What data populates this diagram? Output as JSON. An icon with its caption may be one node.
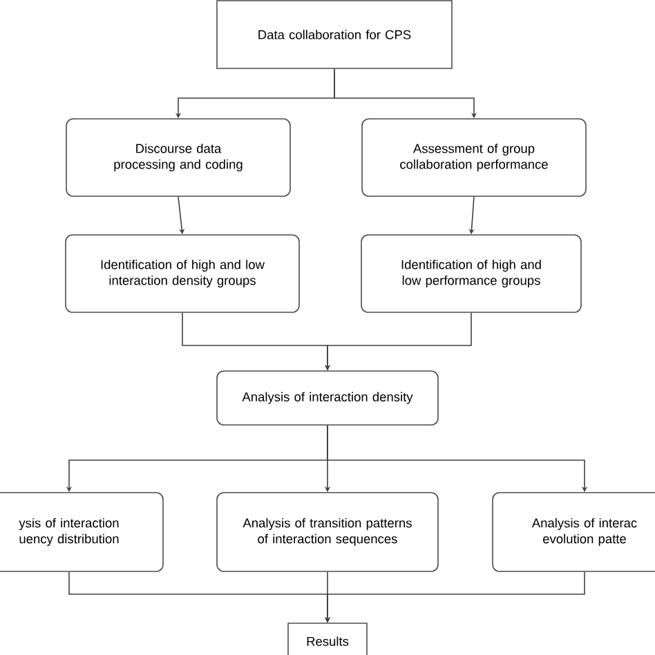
{
  "diagram": {
    "nodes": [
      {
        "text": [
          "Data collaboration for CPS"
        ]
      },
      {
        "text": [
          "Discourse data processing and coding"
        ]
      },
      {
        "text": [
          "Assessment of group collaboration performance"
        ]
      },
      {
        "text": [
          "Identification of high and low interaction density groups"
        ]
      },
      {
        "text": [
          "Identification of high and low performance groups"
        ]
      },
      {
        "text": [
          "Analysis of interaction density"
        ]
      },
      {
        "text": [
          "ysis of interaction uency distribution"
        ]
      },
      {
        "text": [
          "Analysis of transition patterns of interaction sequences"
        ]
      },
      {
        "text": [
          "Analysis of interac evolution patte"
        ]
      },
      {
        "text": [
          "Results"
        ]
      }
    ],
    "edges": [
      {
        "from": 0,
        "to": 1,
        "arrow": "to"
      },
      {
        "from": 0,
        "to": 2,
        "arrow": "to"
      },
      {
        "from": 1,
        "to": 3,
        "arrow": "to"
      },
      {
        "from": 2,
        "to": 4,
        "arrow": "to"
      },
      {
        "from": 3,
        "to": 5,
        "arrow": "to"
      },
      {
        "from": 4,
        "to": 5,
        "arrow": "to"
      },
      {
        "from": 5,
        "to": 6,
        "arrow": "to"
      },
      {
        "from": 5,
        "to": 7,
        "arrow": "to"
      },
      {
        "from": 5,
        "to": 8,
        "arrow": "to"
      },
      {
        "from": 6,
        "to": 9,
        "arrow": "to"
      },
      {
        "from": 7,
        "to": 9,
        "arrow": "to"
      },
      {
        "from": 8,
        "to": 9,
        "arrow": "to"
      }
    ]
  }
}
